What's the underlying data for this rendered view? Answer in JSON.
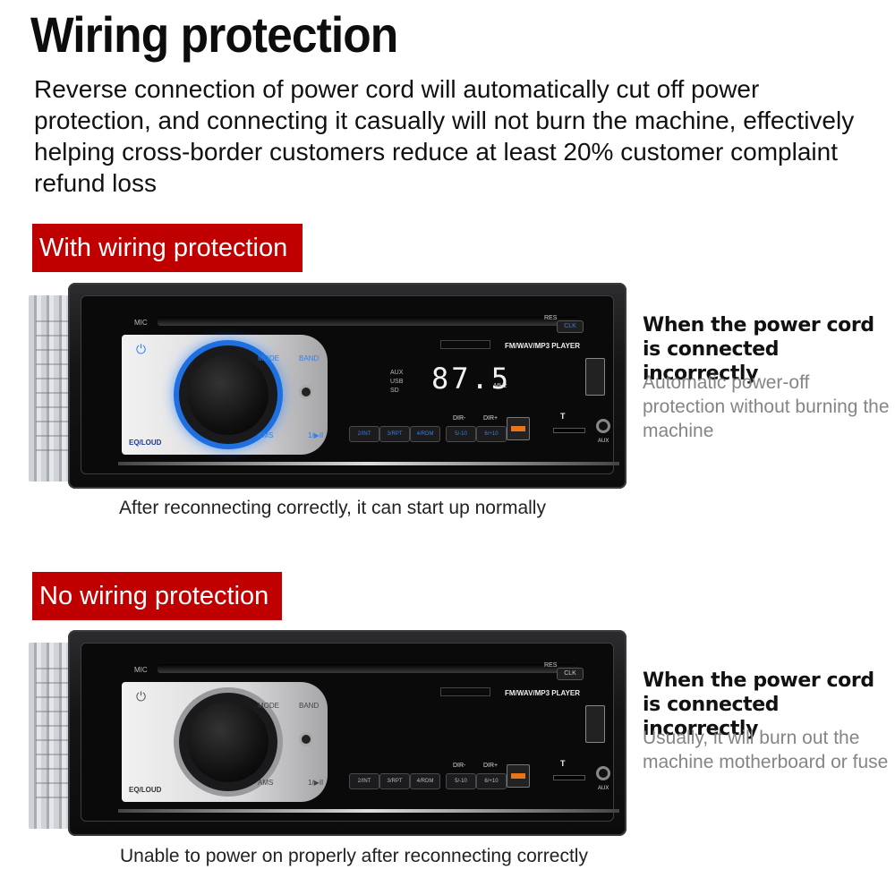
{
  "title": "Wiring protection",
  "intro": "Reverse connection of power cord will automatically cut off power protection, and connecting it casually will not burn the machine, effectively helping cross-border customers reduce at least 20% customer complaint refund loss",
  "colors": {
    "badge": "#c00000",
    "accent_blue": "#2f80ed",
    "muted_text": "#858585"
  },
  "sections": [
    {
      "badge": "With wiring protection",
      "side_heading": "When the power cord is connected incorrectly",
      "side_body": "Automatic power-off protection without burning the machine",
      "caption": "After reconnecting correctly, it can start up normally"
    },
    {
      "badge": "No wiring protection",
      "side_heading": "When the power cord is connected incorrectly",
      "side_body": "Usually, it will burn out the machine motherboard or fuse",
      "caption": "Unable to power on properly after reconnecting correctly"
    }
  ],
  "radio": {
    "mic": "MIC",
    "res": "RES",
    "clk": "CLK",
    "mode": "MODE",
    "band": "BAND",
    "eq": "EQ/LOUD",
    "ams": "AMS",
    "play": "1/▶II",
    "player": "FM/WAV/MP3 PLAYER",
    "sources": "AUX USB SD",
    "frequency": "87.5",
    "unit": "MHz",
    "buttons": [
      "2/INT",
      "3/RPT",
      "4/RDM",
      "5/-10",
      "6/+10"
    ],
    "dir_minus": "DIR-",
    "dir_plus": "DIR+",
    "t_label": "T",
    "aux": "AUX",
    "power_icon": "power-icon"
  }
}
